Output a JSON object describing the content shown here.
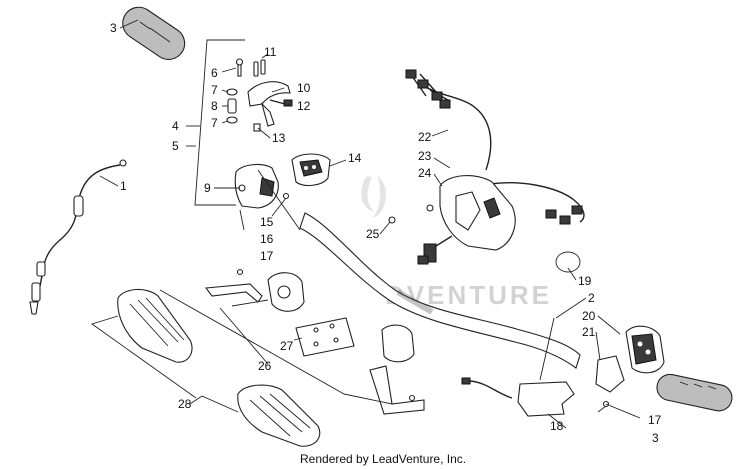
{
  "callouts": {
    "c1": "1",
    "c2": "2",
    "c3a": "3",
    "c3b": "3",
    "c4": "4",
    "c5": "5",
    "c6": "6",
    "c7a": "7",
    "c7b": "7",
    "c8": "8",
    "c9": "9",
    "c10": "10",
    "c11": "11",
    "c12": "12",
    "c13": "13",
    "c14": "14",
    "c15": "15",
    "c16": "16",
    "c17a": "17",
    "c17b": "17",
    "c18": "18",
    "c19": "19",
    "c20": "20",
    "c21": "21",
    "c22": "22",
    "c23": "23",
    "c24": "24",
    "c25": "25",
    "c26": "26",
    "c27": "27",
    "c28": "28"
  },
  "watermark": "DVENTURE",
  "footer": "Rendered by LeadVenture, Inc."
}
